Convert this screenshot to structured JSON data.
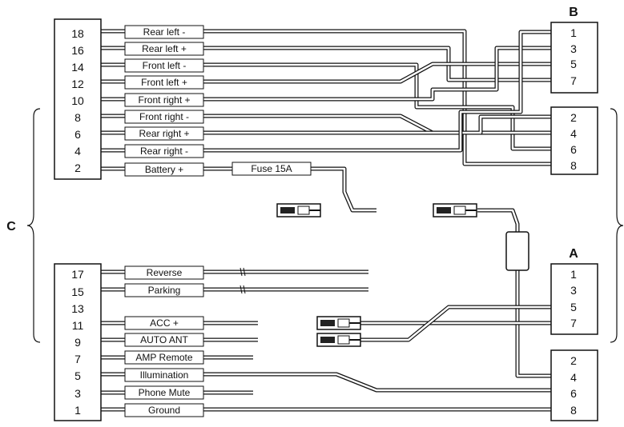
{
  "connector_c": {
    "label": "C",
    "upper_pins": [
      "18",
      "16",
      "14",
      "12",
      "10",
      "8",
      "6",
      "4",
      "2"
    ],
    "lower_pins": [
      "17",
      "15",
      "13",
      "11",
      "9",
      "7",
      "5",
      "3",
      "1"
    ]
  },
  "wire_labels": {
    "upper": [
      "Rear left -",
      "Rear left +",
      "Front left -",
      "Front left +",
      "Front right +",
      "Front right -",
      "Rear right +",
      "Rear right -",
      "Battery +"
    ],
    "lower": [
      "Reverse",
      "Parking",
      "",
      "ACC +",
      "AUTO ANT",
      "AMP Remote",
      "Illumination",
      "Phone Mute",
      "Ground"
    ]
  },
  "fuse_label": "Fuse 15A",
  "connector_b": {
    "label": "B",
    "top_pins": [
      "1",
      "3",
      "5",
      "7"
    ],
    "bottom_pins": [
      "2",
      "4",
      "6",
      "8"
    ]
  },
  "connector_a": {
    "label": "A",
    "top_pins": [
      "1",
      "3",
      "5",
      "7"
    ],
    "bottom_pins": [
      "2",
      "4",
      "6",
      "8"
    ]
  },
  "colors": {
    "line": "#111111",
    "wire_fill": "#ffffff",
    "background": "#ffffff"
  }
}
